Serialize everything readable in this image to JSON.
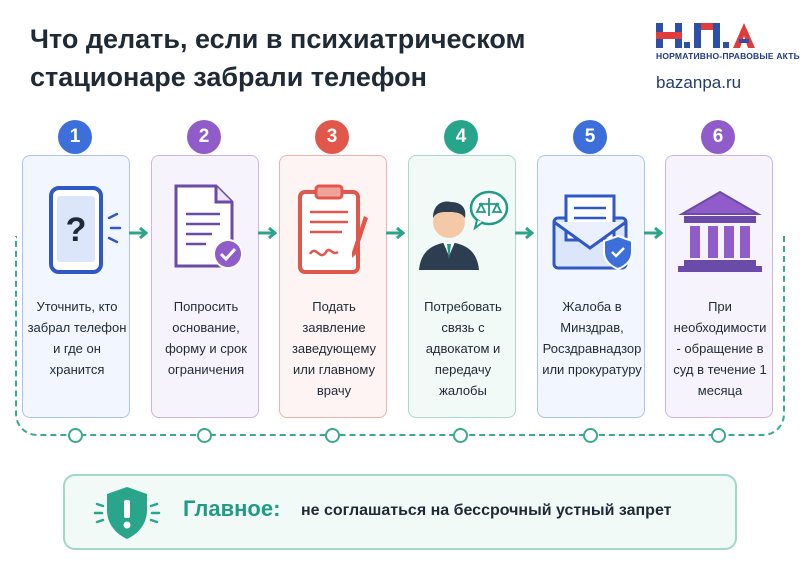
{
  "title": "Что делать, если в психиатрическом стационаре забрали телефон",
  "logo": {
    "letters": "Н.П.А",
    "subtitle": "НОРМАТИВНО-ПРАВОВЫЕ АКТЫ",
    "site": "bazanpa.ru"
  },
  "steps": [
    {
      "number": "1",
      "color": "#3d6fdb",
      "border": "#aac3f2",
      "bg": "#f2f6fe",
      "icon": "phone-question-icon",
      "text": "Уточнить, кто забрал телефон и где он хранится"
    },
    {
      "number": "2",
      "color": "#8f5cc9",
      "border": "#cdb5ea",
      "bg": "#f7f3fd",
      "icon": "document-check-icon",
      "text": "Попросить основание, форму и срок ограничения"
    },
    {
      "number": "3",
      "color": "#e2574c",
      "border": "#f2b2ab",
      "bg": "#fef4f3",
      "icon": "clipboard-pen-icon",
      "text": "Подать заявление заведующему или главному врачу"
    },
    {
      "number": "4",
      "color": "#26a58a",
      "border": "#a6dccd",
      "bg": "#f1faf7",
      "icon": "lawyer-icon",
      "text": "Потребовать связь с адвокатом и передачу жалобы"
    },
    {
      "number": "5",
      "color": "#3d6fdb",
      "border": "#aac3f2",
      "bg": "#f2f6fe",
      "icon": "envelope-shield-icon",
      "text": "Жалоба в Минздрав, Росздравнадзор или прокуратуру"
    },
    {
      "number": "6",
      "color": "#8f5cc9",
      "border": "#cdb5ea",
      "bg": "#f7f3fd",
      "icon": "courthouse-icon",
      "text": "При необходимости - обращение в суд в течение 1 месяца"
    }
  ],
  "main": {
    "label": "Главное:",
    "text": "не соглашаться на бессрочный устный запрет"
  }
}
